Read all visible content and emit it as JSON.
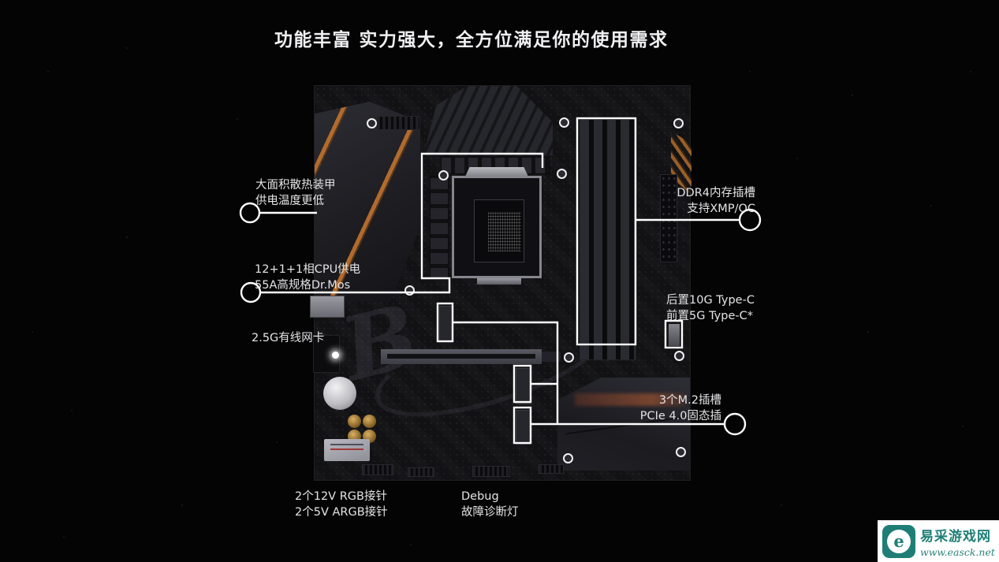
{
  "title": "功能丰富 实力强大，全方位满足你的使用需求",
  "colors": {
    "background": "#040405",
    "accent_orange": "#b96f2e",
    "annotation_white": "#ffffff",
    "watermark_teal": "#1e7e76"
  },
  "callouts": {
    "heatsink": {
      "line1": "大面积散热装甲",
      "line2": "供电温度更低"
    },
    "vrm": {
      "line1": "12+1+1相CPU供电",
      "line2": "55A高规格Dr.Mos"
    },
    "lan": {
      "line1": "2.5G有线网卡"
    },
    "rgb": {
      "line1": "2个12V RGB接针",
      "line2": "2个5V ARGB接针"
    },
    "debug": {
      "line1": "Debug",
      "line2": "故障诊断灯"
    },
    "ddr4": {
      "line1": "DDR4内存插槽",
      "line2": "支持XMP/OC"
    },
    "typec": {
      "line1": "后置10G Type-C",
      "line2": "前置5G Type-C*"
    },
    "m2": {
      "line1": "3个M.2插槽",
      "line2": "PCIe 4.0固态插"
    }
  },
  "watermark": {
    "site_name": "易采游戏网",
    "site_url": "www.easck.net",
    "logo_letter": "e"
  }
}
